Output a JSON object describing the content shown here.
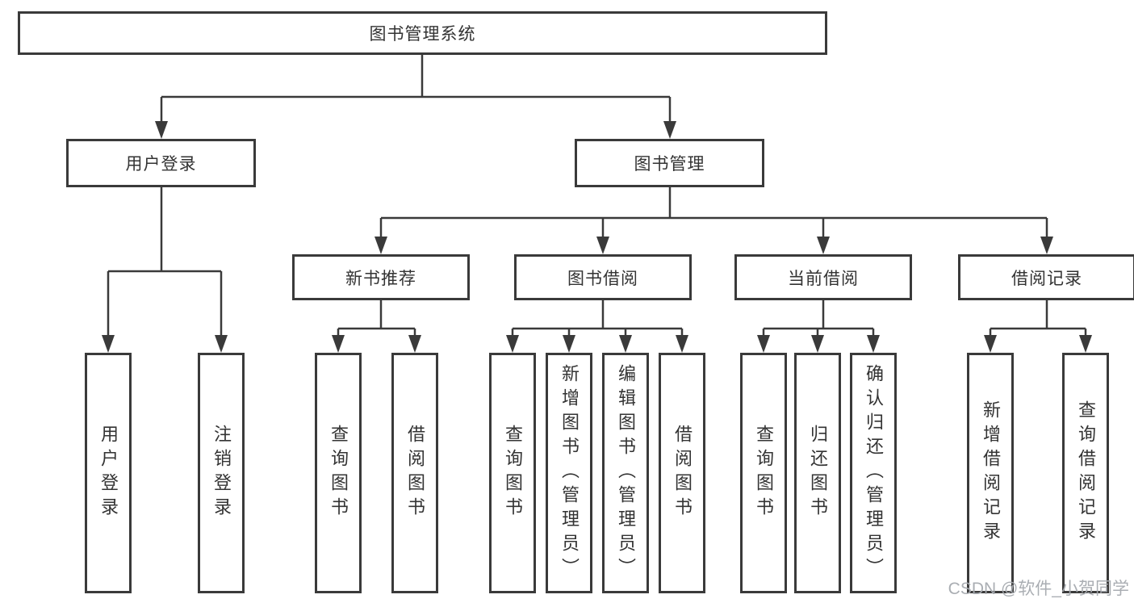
{
  "diagram": {
    "title": "图书管理系统",
    "root": {
      "label": "图书管理系统"
    },
    "level2": [
      {
        "label": "用户登录"
      },
      {
        "label": "图书管理"
      }
    ],
    "level3": [
      {
        "label": "新书推荐"
      },
      {
        "label": "图书借阅"
      },
      {
        "label": "当前借阅"
      },
      {
        "label": "借阅记录"
      }
    ],
    "leaves": {
      "user_login": [
        "用户登录",
        "注销登录"
      ],
      "new_book": [
        "查询图书",
        "借阅图书"
      ],
      "book_borrow": [
        "查询图书",
        "新增图书（管理员）",
        "编辑图书（管理员）",
        "借阅图书"
      ],
      "current_borrow": [
        "查询图书",
        "归还图书",
        "确认归还（管理员）"
      ],
      "borrow_records": [
        "新增借阅记录",
        "查询借阅记录"
      ]
    }
  },
  "watermark": "CSDN @软件_小贺同学",
  "colors": {
    "border": "#3a3a3a",
    "text": "#333333",
    "background": "#ffffff",
    "watermark": "#a5aaaf"
  }
}
